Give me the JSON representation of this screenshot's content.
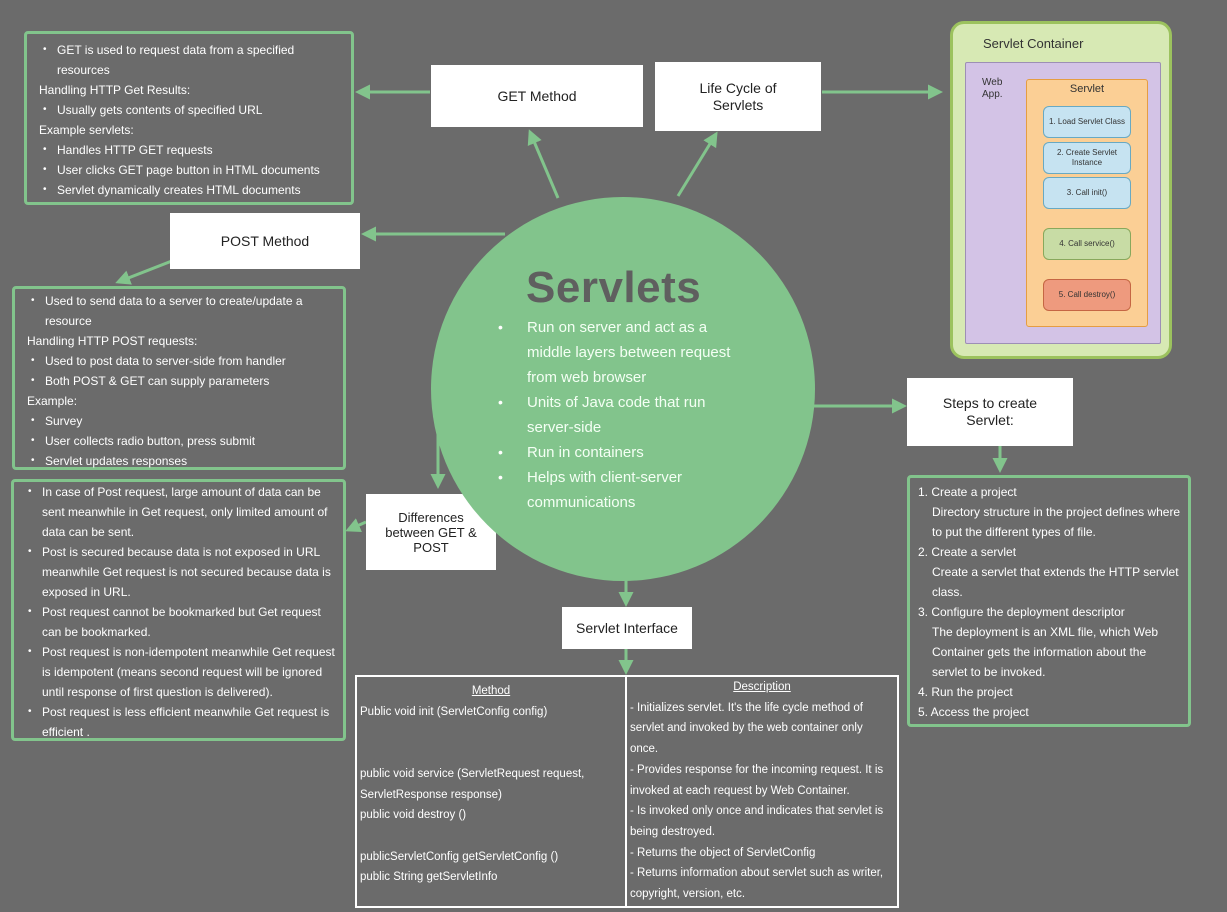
{
  "center": {
    "title": "Servlets",
    "bullets": [
      "Run on server and act as a middle layers between request from web browser",
      "Units of Java code that run server-side",
      "Run in containers",
      "Helps with client-server communications"
    ]
  },
  "get_method": {
    "label": "GET Method",
    "items": [
      {
        "type": "bullet",
        "text": "GET is used to request data from a specified resources"
      },
      {
        "type": "plain",
        "text": "Handling HTTP Get Results:"
      },
      {
        "type": "bullet",
        "text": "Usually gets contents of specified URL"
      },
      {
        "type": "plain",
        "text": "Example servlets:"
      },
      {
        "type": "bullet",
        "text": "Handles HTTP GET requests"
      },
      {
        "type": "bullet",
        "text": "User clicks GET page button in HTML documents"
      },
      {
        "type": "bullet",
        "text": "Servlet dynamically creates HTML documents"
      }
    ]
  },
  "post_method": {
    "label": "POST Method",
    "items": [
      {
        "type": "bullet",
        "text": "Used to send data to a server to create/update a resource"
      },
      {
        "type": "plain",
        "text": "Handling HTTP POST requests:"
      },
      {
        "type": "bullet",
        "text": "Used to post data to server-side from handler"
      },
      {
        "type": "bullet",
        "text": "Both POST & GET can supply parameters"
      },
      {
        "type": "plain",
        "text": "Example:"
      },
      {
        "type": "bullet",
        "text": "Survey"
      },
      {
        "type": "bullet",
        "text": "User collects radio button, press submit"
      },
      {
        "type": "bullet",
        "text": "Servlet updates responses"
      }
    ]
  },
  "differences": {
    "label": "Differences between GET & POST",
    "items": [
      "In case of Post request, large amount of data can be sent meanwhile in Get request, only limited amount of data can be sent.",
      "Post is secured because data is not exposed in URL meanwhile Get request is not secured because data is exposed in URL.",
      "Post request cannot be bookmarked but Get request can be bookmarked.",
      "Post request is non-idempotent meanwhile Get request is idempotent (means second request will be ignored until response of first question is delivered).",
      "Post request is less efficient meanwhile Get request is efficient ."
    ]
  },
  "life_cycle": {
    "label": "Life Cycle of Servlets",
    "container_title": "Servlet Container",
    "webapp_label": "Web App.",
    "servlet_label": "Servlet",
    "steps": [
      "1. Load Servlet Class",
      "2. Create Servlet Instance",
      "3. Call init()",
      "4. Call service()",
      "5. Call destroy()"
    ],
    "colors": {
      "blue": "#c6e3f1",
      "green": "#c8dca5",
      "red": "#ee9a7e"
    }
  },
  "steps_create": {
    "label": "Steps to create Servlet:",
    "steps": [
      {
        "title": "1. Create a project",
        "detail": "Directory structure in the project defines where to put the different types of file."
      },
      {
        "title": "2. Create a servlet",
        "detail": "Create a servlet that extends the HTTP servlet class."
      },
      {
        "title": "3. Configure the deployment descriptor",
        "detail": "The deployment is an XML file, which Web Container gets the information about the servlet to be invoked."
      },
      {
        "title": "4. Run the project",
        "detail": ""
      },
      {
        "title": "5. Access the project",
        "detail": ""
      }
    ]
  },
  "servlet_interface": {
    "label": "Servlet Interface",
    "method_header": "Method",
    "description_header": "Description",
    "methods": [
      "Public void init (ServletConfig config)",
      "",
      "",
      "public void service (ServletRequest request, ServletResponse response)",
      "public void destroy ()",
      "",
      "publicServletConfig getServletConfig ()",
      "public String getServletInfo"
    ],
    "descriptions": [
      "- Initializes servlet. It's the life cycle method of servlet and invoked by the web container only once.",
      "- Provides response for the incoming request. It is invoked at each request by Web Container.",
      "- Is invoked only once and indicates that servlet is being destroyed.",
      "- Returns the object of ServletConfig",
      "- Returns information about servlet such as writer, copyright, version, etc."
    ]
  },
  "colors": {
    "accent": "#82c48c",
    "background": "#6b6b6b"
  }
}
